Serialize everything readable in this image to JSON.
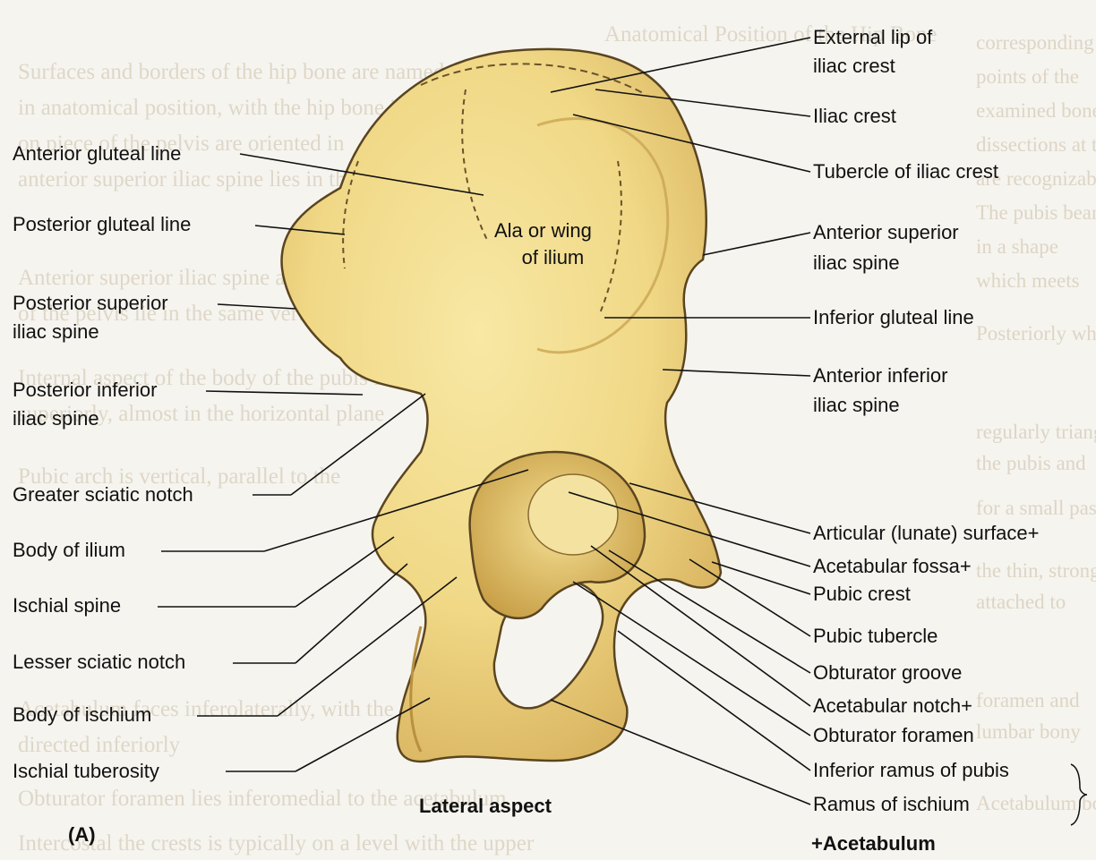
{
  "figure": {
    "panel_label": "(A)",
    "view_label": "Lateral aspect",
    "inner_label": [
      "Ala or wing",
      "of ilium"
    ],
    "footnote": "+Acetabulum"
  },
  "background_text": {
    "heading": "Anatomical Position of the Hip Bone",
    "lines": [
      "Surfaces and borders of the hip bone are named as if the",
      "in anatomical position, with the hip bone in the posi-",
      "on piece of the pelvis are oriented in",
      "anterior superior iliac spine lies in the same frontal",
      "Anterior superior iliac spine and pubic tubercle",
      "of the pelvis lie in the same vertical plane",
      "Internal aspect of the body of the pubis faces",
      "superiorly, almost in the horizontal plane",
      "Pubic arch is vertical, parallel to the",
      "Acetabulum faces inferolaterally, with the acetabular notch",
      "directed inferiorly",
      "Obturator foramen lies inferomedial to the acetabulum",
      "Intercostal the crests is typically on a level with the upper"
    ],
    "right_lines": [
      "corresponding",
      "points of the",
      "examined bones",
      "dissections at the",
      "are recognizable",
      "The pubis bears",
      "in a shape",
      "which meets",
      "Posteriorly where",
      "regularly triangular",
      "the pubis and",
      "for a small passage",
      "the thin, strong",
      "attached to",
      "foramen and",
      "lumbar bony",
      "Acetabulum bone"
    ]
  },
  "labels_left": [
    "Anterior gluteal line",
    "Posterior gluteal line",
    "Posterior superior",
    "iliac spine",
    "Posterior inferior",
    "iliac spine",
    "Greater sciatic notch",
    "Body of ilium",
    "Ischial spine",
    "Lesser sciatic notch",
    "Body of ischium",
    "Ischial tuberosity"
  ],
  "labels_right": [
    "External lip of",
    "iliac crest",
    "Iliac crest",
    "Tubercle of iliac crest",
    "Anterior superior",
    "iliac spine",
    "Inferior gluteal line",
    "Anterior inferior",
    "iliac spine",
    "Articular (lunate) surface+",
    "Acetabular fossa+",
    "Pubic crest",
    "Pubic tubercle",
    "Obturator groove",
    "Acetabular notch+",
    "Obturator foramen",
    "Inferior ramus of pubis",
    "Ramus of ischium"
  ],
  "colors": {
    "bone": "#f2dc8c",
    "bone_shadow": "#caa650",
    "bone_outline": "#5a4520",
    "background": "#f6f4ef",
    "text": "#111111"
  }
}
